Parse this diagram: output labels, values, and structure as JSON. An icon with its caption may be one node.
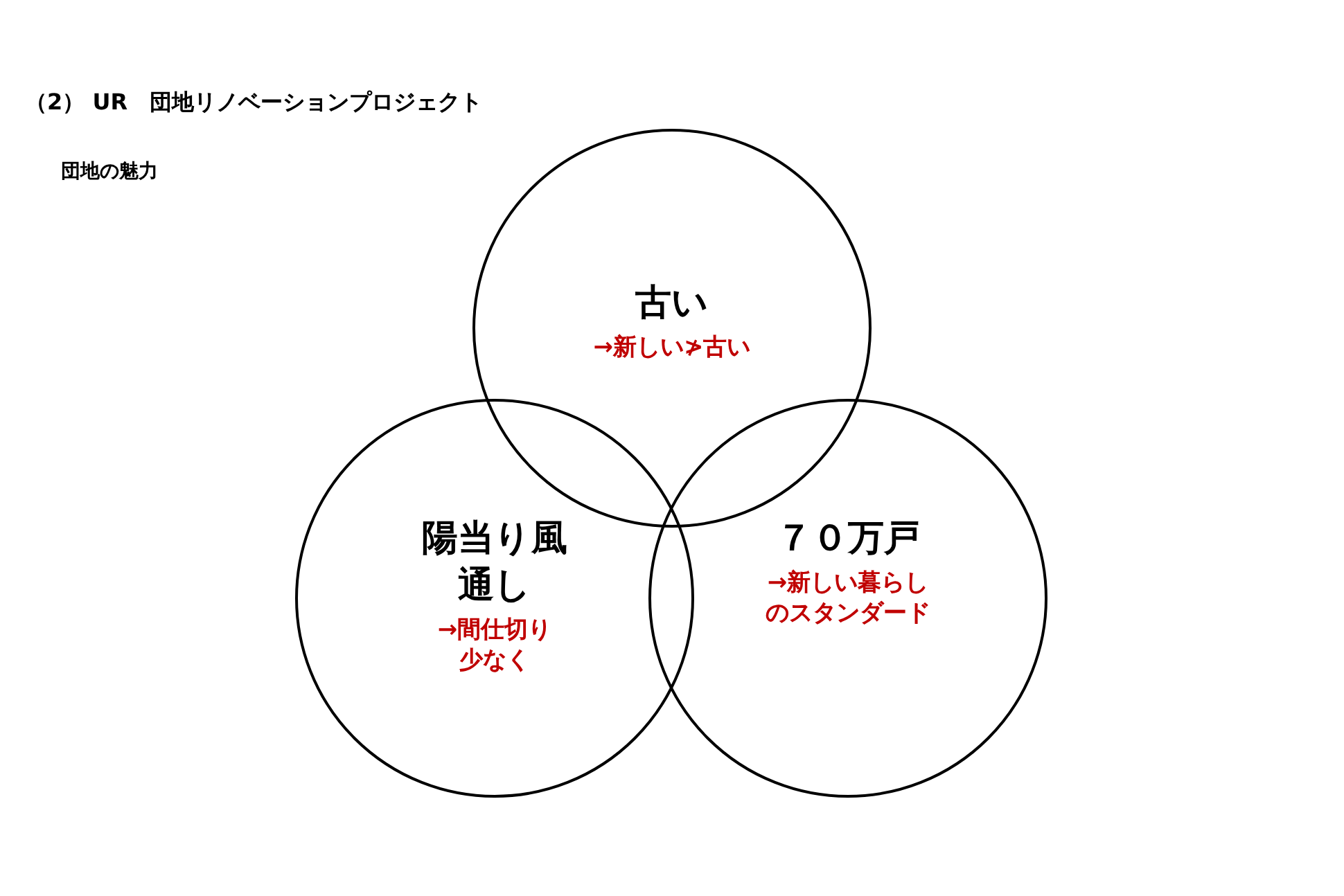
{
  "diagram": {
    "title": "（2） UR　団地リノベーションプロジェクト",
    "nodes": [
      {
        "text": [
          "古い",
          "→新しい≯古い"
        ]
      },
      {
        "text": [
          "陽当り風通し",
          "→間仕切り少なく"
        ]
      },
      {
        "text": [
          "７０万戸",
          "→新しい暮らしのスタンダード"
        ]
      }
    ],
    "labels": [
      "団地の魅力"
    ]
  }
}
